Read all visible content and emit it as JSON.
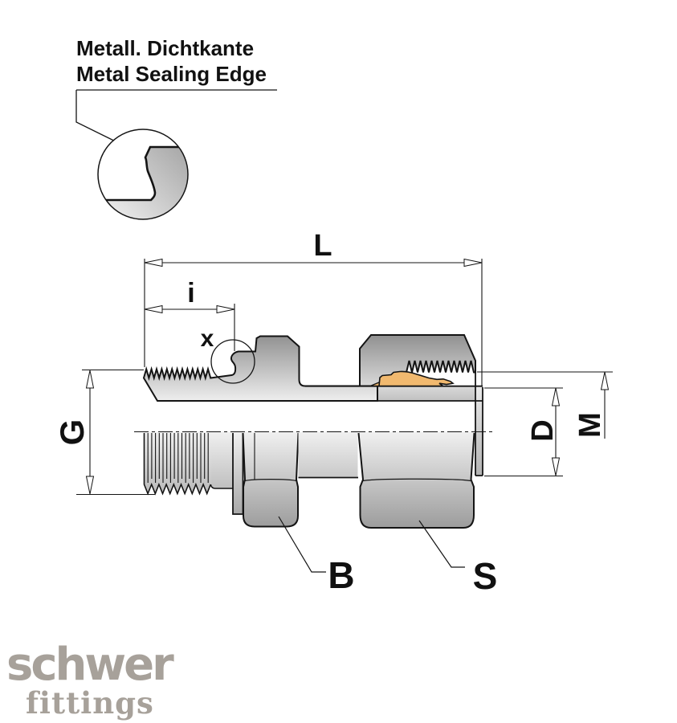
{
  "callout": {
    "line1": "Metall. Dichtkante",
    "line2": "Metal Sealing Edge"
  },
  "labels": {
    "overall_length": "L",
    "stud_length": "i",
    "detail_mark": "x",
    "stud_thread": "G",
    "tube_od": "D",
    "nut_thread": "M",
    "body_hex": "B",
    "nut_hex": "S"
  },
  "logo": {
    "brand": "schwer",
    "division": "fittings"
  },
  "colors": {
    "cutting_ring": "#f1b96f",
    "logo_gray": "#a7a19a",
    "line": "#141414"
  }
}
